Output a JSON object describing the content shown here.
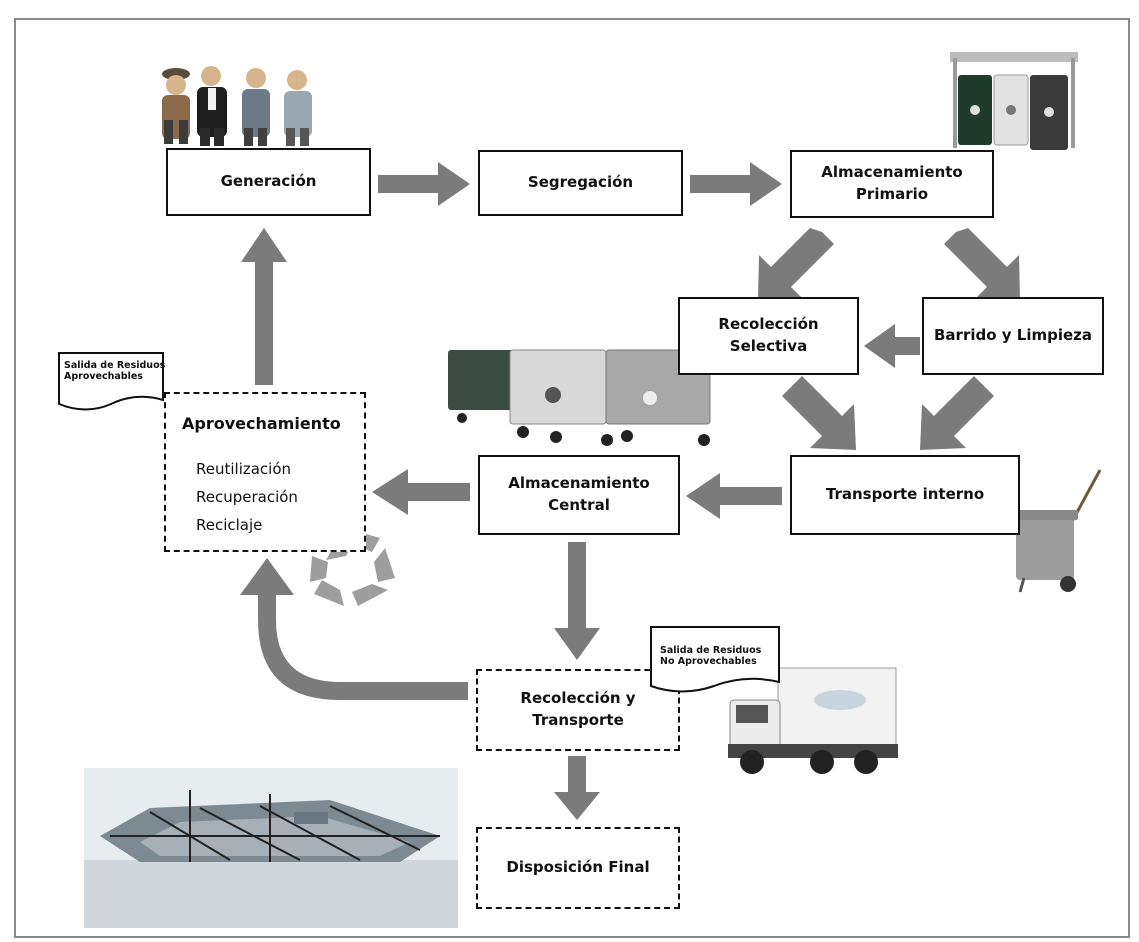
{
  "colors": {
    "arrow": "#7b7b7b",
    "border": "#111111",
    "frame": "#8a8a8a"
  },
  "boxes": {
    "generacion": "Generación",
    "segregacion": "Segregación",
    "alm_primario": "Almacenamiento\nPrimario",
    "recoleccion_selectiva": "Recolección\nSelectiva",
    "barrido": "Barrido y Limpieza",
    "alm_central": "Almacenamiento\nCentral",
    "transporte_interno": "Transporte interno",
    "recoleccion_transporte": "Recolección y\nTransporte",
    "disposicion": "Disposición Final"
  },
  "aprovechamiento": {
    "title": "Aprovechamiento",
    "items": [
      "Reutilización",
      "Recuperación",
      "Reciclaje"
    ]
  },
  "notes": {
    "aprovechables": "Salida de Residuos\nAprovechables",
    "no_aprovechables": "Salida de Residuos\nNo Aprovechables"
  },
  "icons": [
    "people-icon",
    "waste-bins-icon",
    "dumpsters-icon",
    "recycle-icon",
    "waste-cart-icon",
    "truck-icon",
    "landfill-icon"
  ]
}
